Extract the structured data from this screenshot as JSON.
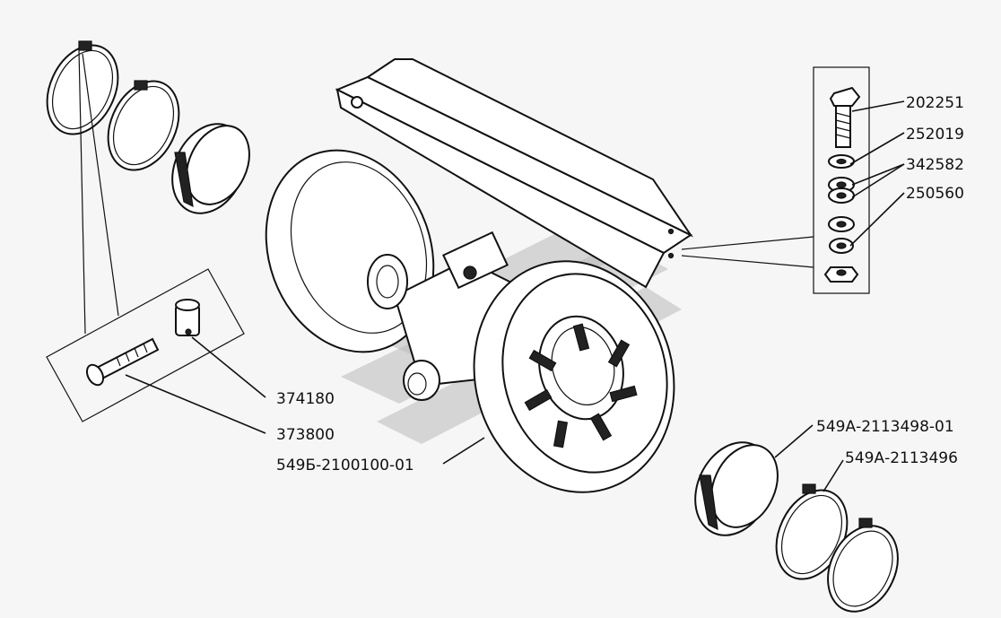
{
  "labels": {
    "p202251": "202251",
    "p252019": "252019",
    "p342582": "342582",
    "p250560": "250560",
    "p374180": "374180",
    "p373800": "373800",
    "p549B": "549Б-2100100-01",
    "p549A_01": "549А-2113498-01",
    "p549A": "549А-2113496"
  },
  "icons": {
    "watermark": "watermark-logo"
  }
}
